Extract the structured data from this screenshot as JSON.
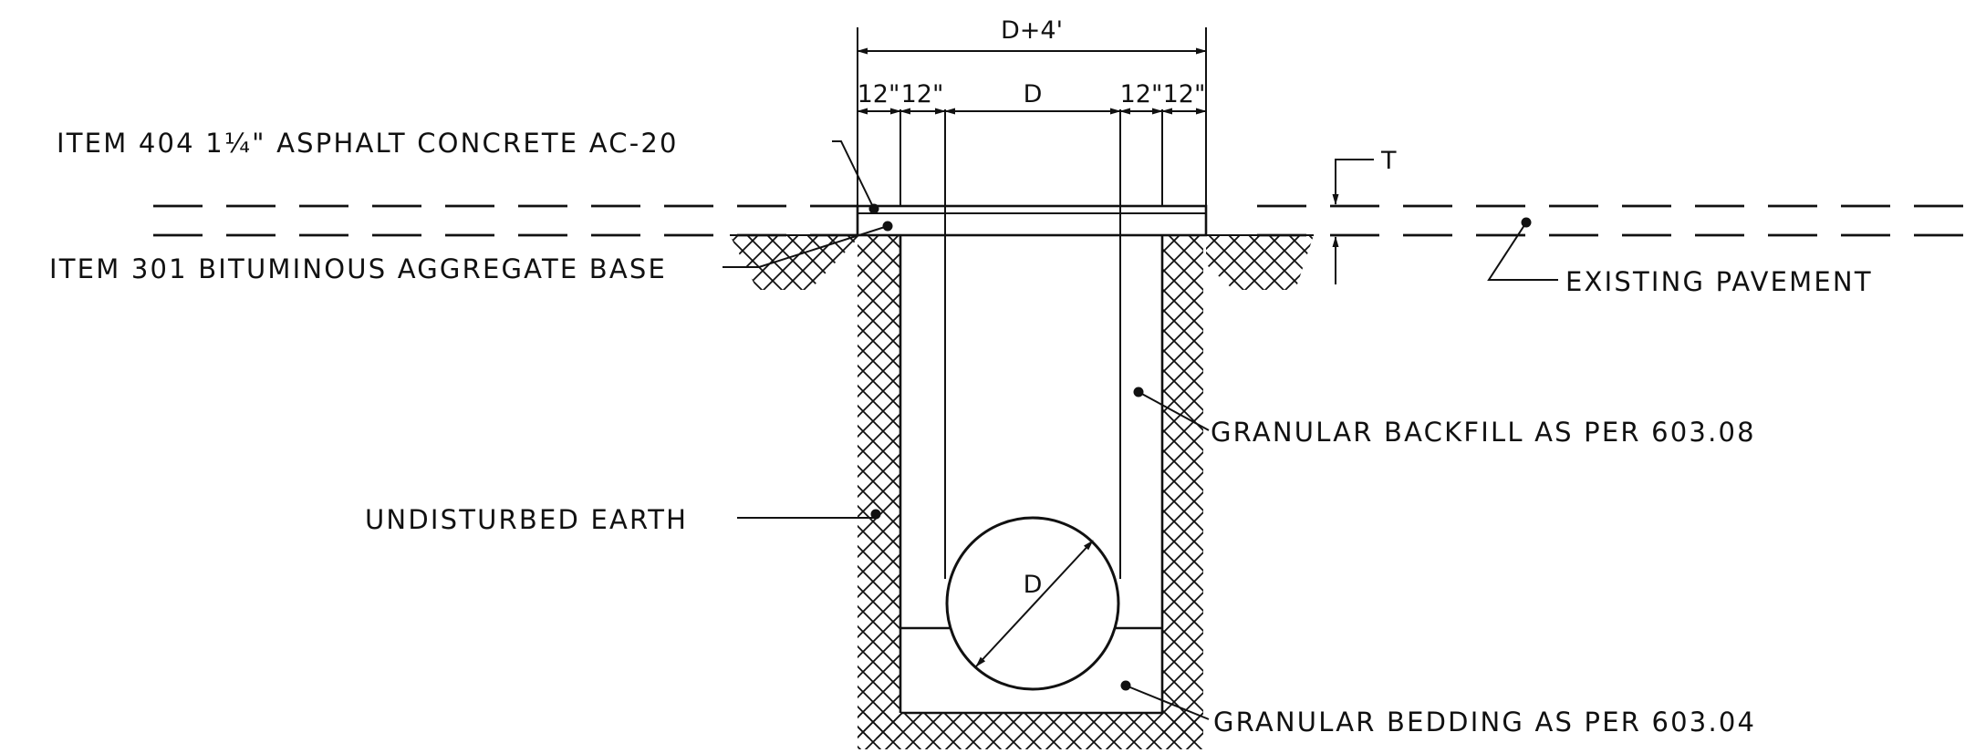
{
  "labels": {
    "asphalt": "ITEM 404  1¼\" ASPHALT CONCRETE  AC-20",
    "base": "ITEM 301 BITUMINOUS  AGGREGATE BASE",
    "earth": "UNDISTURBED  EARTH",
    "backfill": "GRANULAR BACKFILL  AS  PER  603.08",
    "bedding": "GRANULAR  BEDDING  AS  PER  603.04",
    "pavement": "EXISTING  PAVEMENT"
  },
  "dimensions": {
    "overall": "D+4'",
    "offsets": [
      "12\"",
      "12\"",
      "12\"",
      "12\""
    ],
    "inner": "D",
    "pipe": "D",
    "thickness": "T"
  }
}
